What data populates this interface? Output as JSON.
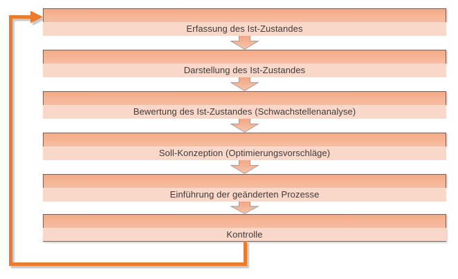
{
  "diagram": {
    "steps": [
      {
        "label": "Erfassung des Ist-Zustandes"
      },
      {
        "label": "Darstellung des Ist-Zustandes"
      },
      {
        "label": "Bewertung des Ist-Zustandes (Schwachstellenanalyse)"
      },
      {
        "label": "Soll-Konzeption (Optimierungsvorschläge)"
      },
      {
        "label": "Einführung der geänderten Prozesse"
      },
      {
        "label": "Kontrolle"
      }
    ],
    "connectors": {
      "between_steps": "block-down-arrow",
      "feedback_loop": {
        "from": "Kontrolle",
        "to": "Erfassung des Ist-Zustandes",
        "direction": "bottom-left-up-right"
      }
    },
    "colors": {
      "step_fill_top": "#f3aa86",
      "step_fill_bottom": "#f9d8ca",
      "step_border": "#7f5d53",
      "arrow_fill_start": "#f1a584",
      "arrow_fill_end": "#f8c5ab",
      "arrow_outline": "#a0a0a0",
      "loop_orange": "#e87d2e",
      "shadow_gray": "#9a9a9a",
      "text": "#3b3b3b",
      "background": "#ffffff"
    }
  }
}
